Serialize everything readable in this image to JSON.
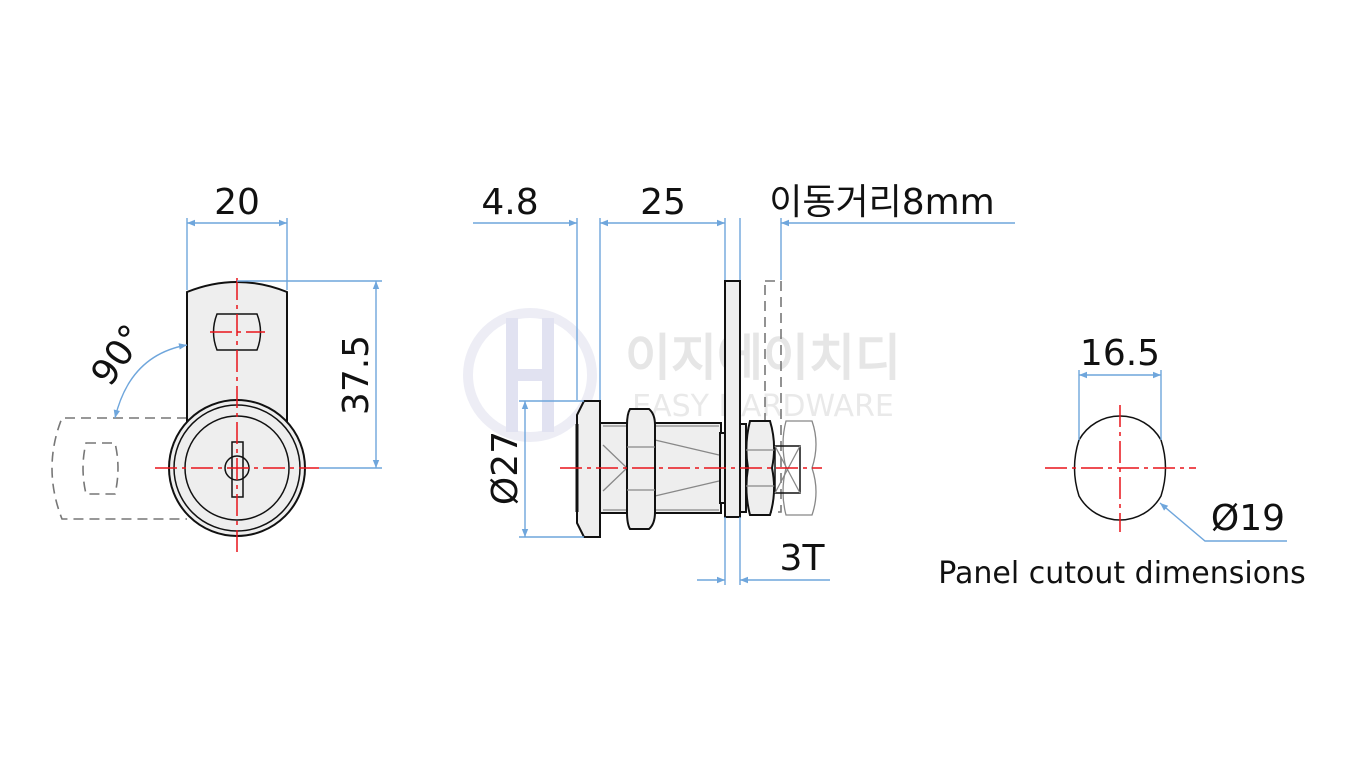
{
  "front_view": {
    "width_label": "20",
    "height_label": "37.5",
    "rotation_label": "90°"
  },
  "side_view": {
    "flange_label": "4.8",
    "body_label": "25",
    "travel_label": "이동거리8mm",
    "diameter_label": "Ø27",
    "panel_thickness_label": "3T"
  },
  "cutout_view": {
    "width_label": "16.5",
    "diameter_label": "Ø19",
    "caption": "Panel cutout dimensions"
  },
  "watermark": {
    "korean": "이지에이치디",
    "english": "EASY HARDWARE"
  },
  "colors": {
    "dimension": "#6fa6dc",
    "centerline": "#e8141a",
    "part_fill": "#eeeeee"
  }
}
